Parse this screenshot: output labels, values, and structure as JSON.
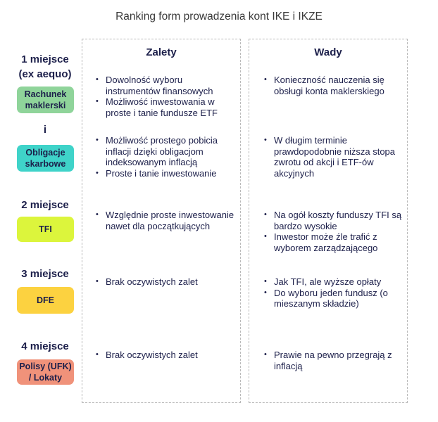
{
  "title": "Ranking form prowadzenia kont IKE i IKZE",
  "columns": {
    "pros": "Zalety",
    "cons": "Wady"
  },
  "ranks": {
    "first_line1": "1 miejsce",
    "first_line2": "(ex aequo)",
    "and": "i",
    "second": "2 miejsce",
    "third": "3 miejsce",
    "fourth": "4 miejsce"
  },
  "colors": {
    "maklerski": "#8fd49a",
    "obligacje": "#3fd3c9",
    "tfi": "#dcf53c",
    "dfe": "#fcd240",
    "polisy": "#f0927a"
  },
  "rows": [
    {
      "label_line1": "Rachunek",
      "label_line2": "maklerski",
      "pros": [
        "Dowolność wyboru instrumentów finansowych",
        "Możliwość inwestowania w proste i tanie fundusze ETF"
      ],
      "cons": [
        "Konieczność nauczenia się obsługi konta maklerskiego"
      ]
    },
    {
      "label_line1": "Obligacje",
      "label_line2": "skarbowe",
      "pros": [
        "Możliwość prostego pobicia inflacji dzięki obligacjom indeksowanym inflacją",
        "Proste i tanie inwestowanie"
      ],
      "cons": [
        "W długim terminie prawdopodobnie niższa stopa zwrotu od akcji i ETF-ów akcyjnych"
      ]
    },
    {
      "label_line1": "TFI",
      "pros": [
        "Względnie proste inwestowanie nawet dla początkujących"
      ],
      "cons": [
        "Na ogół koszty funduszy TFI są bardzo wysokie",
        "Inwestor może źle trafić z wyborem zarządzającego"
      ]
    },
    {
      "label_line1": "DFE",
      "pros": [
        "Brak oczywistych zalet"
      ],
      "cons": [
        "Jak TFI, ale wyższe opłaty",
        "Do wyboru jeden fundusz (o mieszanym składzie)"
      ]
    },
    {
      "label_line1": "Polisy (UFK)",
      "label_line2": "/ Lokaty",
      "pros": [
        "Brak oczywistych zalet"
      ],
      "cons": [
        "Prawie na pewno przegrają z inflacją"
      ]
    }
  ]
}
